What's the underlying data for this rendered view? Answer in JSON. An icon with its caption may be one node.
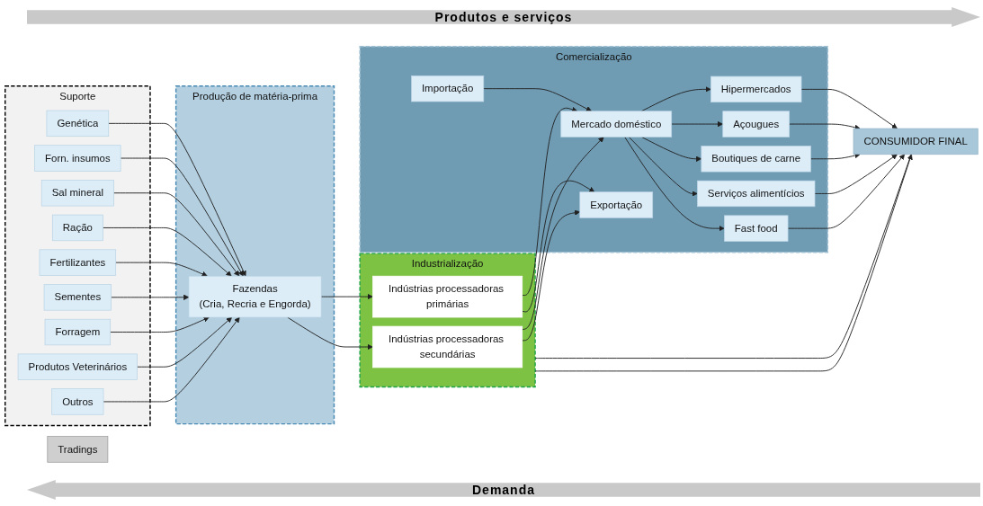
{
  "diagram": {
    "nodes": [
      {
        "text": [
          "Suporte"
        ]
      },
      {
        "text": [
          "Genética"
        ],
        "in": 0
      },
      {
        "text": [
          "Forn. insumos"
        ],
        "in": 0
      },
      {
        "text": [
          "Sal mineral"
        ],
        "in": 0
      },
      {
        "text": [
          "Ração"
        ],
        "in": 0
      },
      {
        "text": [
          "Fertilizantes"
        ],
        "in": 0
      },
      {
        "text": [
          "Sementes"
        ],
        "in": 0
      },
      {
        "text": [
          "Forragem"
        ],
        "in": 0
      },
      {
        "text": [
          "Produtos Veterinários"
        ],
        "in": 0
      },
      {
        "text": [
          "Outros"
        ],
        "in": 0
      },
      {
        "text": [
          "Produção de matéria-prima"
        ]
      },
      {
        "text": [
          "Fazendas",
          "(Cria, Recria e Engorda)"
        ],
        "in": 10
      },
      {
        "text": [
          "Tradings"
        ]
      },
      {
        "text": [
          "Industrialização"
        ]
      },
      {
        "text": [
          "Indústrias processadoras primárias"
        ],
        "in": 13
      },
      {
        "text": [
          "Indústrias processadoras secundárias"
        ],
        "in": 13
      },
      {
        "text": [
          "Comercialização"
        ]
      },
      {
        "text": [
          "Mercado doméstico"
        ],
        "in": 16
      },
      {
        "text": [
          "Hipermercados"
        ],
        "in": 16
      },
      {
        "text": [
          "Açougues"
        ],
        "in": 16
      },
      {
        "text": [
          "Boutiques de carne"
        ],
        "in": 16
      },
      {
        "text": [
          "Serviços alimentícios"
        ],
        "in": 16
      },
      {
        "text": [
          "Fast food"
        ],
        "in": 16
      },
      {
        "text": [
          "Importação"
        ],
        "in": 16
      },
      {
        "text": [
          "Exportação"
        ],
        "in": 16
      },
      {
        "text": [
          "CONSUMIDOR FINAL"
        ]
      }
    ],
    "edges": [
      {
        "from": 1,
        "to": 11,
        "arrow": "to"
      },
      {
        "from": 2,
        "to": 11,
        "arrow": "to"
      },
      {
        "from": 3,
        "to": 11,
        "arrow": "to"
      },
      {
        "from": 4,
        "to": 11,
        "arrow": "to"
      },
      {
        "from": 5,
        "to": 11,
        "arrow": "to"
      },
      {
        "from": 6,
        "to": 11,
        "arrow": "to"
      },
      {
        "from": 7,
        "to": 11,
        "arrow": "to"
      },
      {
        "from": 8,
        "to": 11,
        "arrow": "to"
      },
      {
        "from": 9,
        "to": 11,
        "arrow": "to"
      },
      {
        "from": 11,
        "to": 14,
        "arrow": "to"
      },
      {
        "from": 11,
        "to": 15,
        "arrow": "to"
      },
      {
        "from": 14,
        "to": 17,
        "arrow": "to"
      },
      {
        "from": 15,
        "to": 17,
        "arrow": "to"
      },
      {
        "from": 14,
        "to": 24,
        "arrow": "to"
      },
      {
        "from": 15,
        "to": 24,
        "arrow": "to"
      },
      {
        "from": 17,
        "to": 18,
        "arrow": "to"
      },
      {
        "from": 17,
        "to": 19,
        "arrow": "to"
      },
      {
        "from": 17,
        "to": 20,
        "arrow": "to"
      },
      {
        "from": 17,
        "to": 21,
        "arrow": "to"
      },
      {
        "from": 17,
        "to": 22,
        "arrow": "to"
      },
      {
        "from": 23,
        "to": 17,
        "arrow": "to"
      },
      {
        "from": 18,
        "to": 25,
        "arrow": "to"
      },
      {
        "from": 19,
        "to": 25,
        "arrow": "to"
      },
      {
        "from": 20,
        "to": 25,
        "arrow": "to"
      },
      {
        "from": 21,
        "to": 25,
        "arrow": "to"
      },
      {
        "from": 22,
        "to": 25,
        "arrow": "to"
      },
      {
        "from": 13,
        "to": 25,
        "arrow": "none"
      },
      {
        "from": 13,
        "to": 25,
        "arrow": "to"
      }
    ],
    "labels": [
      "Produtos e serviços",
      "Demanda"
    ]
  }
}
